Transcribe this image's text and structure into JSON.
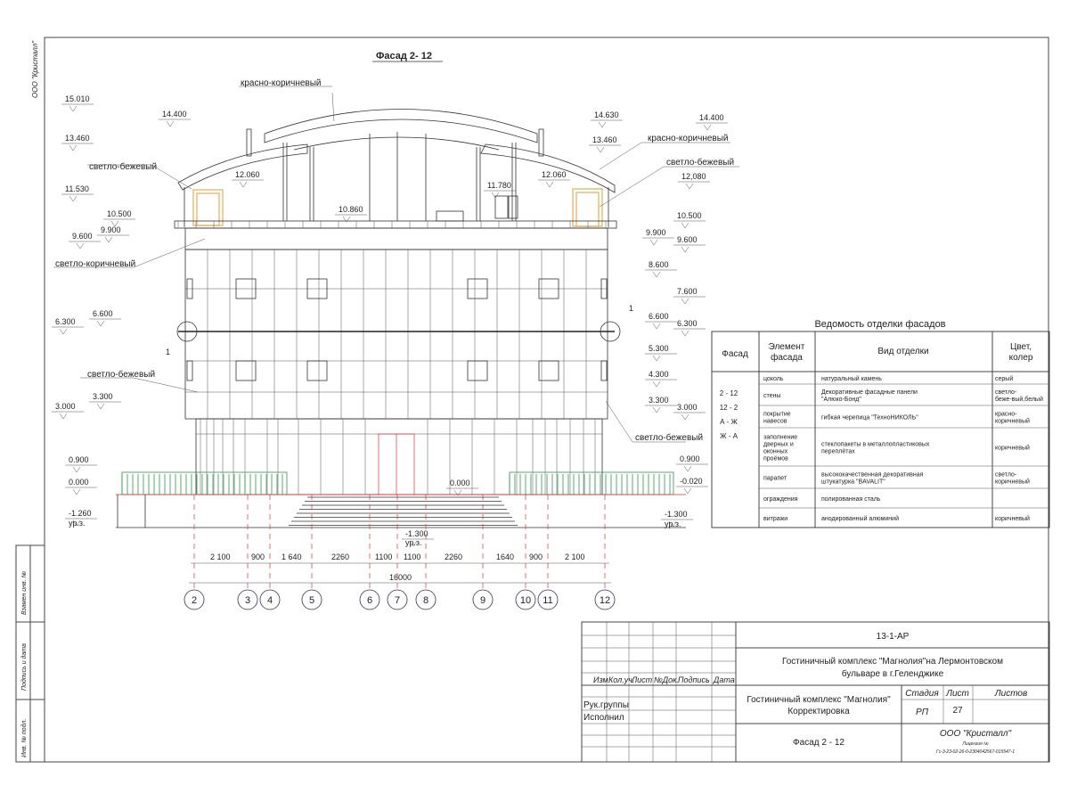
{
  "frame_side_label": "ООО \"Кристалл\"",
  "drawing_title": "Фасад  2- 12",
  "elevations_left": [
    "15.010",
    "14.400",
    "13.460",
    "12.060",
    "11.530",
    "10.500",
    "9.900",
    "9.600",
    "6.600",
    "6.300",
    "3.300",
    "3.000",
    "0.900",
    "0.000",
    "-1.260",
    "ур.з."
  ],
  "elevations_center": [
    "10.860",
    "11.780",
    "0.000",
    "-1.300",
    "ур.з."
  ],
  "elevations_right": [
    "14.630",
    "14.400",
    "13.460",
    "12.060",
    "12,080",
    "10.500",
    "9.900",
    "9.600",
    "8.600",
    "7.600",
    "6.600",
    "6.300",
    "5.300",
    "4.300",
    "3.300",
    "3.000",
    "0.900",
    "-0.020",
    "-1.300",
    "ур.з."
  ],
  "node_labels": [
    "1",
    "1"
  ],
  "color_labels": {
    "roof_top": "красно-коричневый",
    "left_upper": "светло-бежевый",
    "right_roof": "красно-коричневый",
    "right_upper": "светло-бежевый",
    "parapet": "светло-коричневый",
    "left_wall": "светло-бежевый",
    "right_wall": "светло-бежевый"
  },
  "dimensions": [
    "2 100",
    "900",
    "1 640",
    "2260",
    "1100",
    "1100",
    "2260",
    "1640",
    "900",
    "2 100"
  ],
  "total_dimension": "16000",
  "axes": [
    "2",
    "3",
    "4",
    "5",
    "6",
    "7",
    "8",
    "9",
    "10",
    "11",
    "12"
  ],
  "finish_table": {
    "title": "Ведомость отделки фасадов",
    "headers": [
      "Фасад",
      "Элемент\nфасада",
      "Вид отделки",
      "Цвет,\nколер"
    ],
    "facades": [
      "2 - 12",
      "12 - 2",
      "А - Ж",
      "Ж - А"
    ],
    "rows": [
      {
        "element": "цоколь",
        "finish": "натуральный камень",
        "color": "серый"
      },
      {
        "element": "стены",
        "finish": "Декоративные фасадные панели \"Алюко-Бонд\"",
        "color": "светло-беже-вый,белый"
      },
      {
        "element": "покрытие навесов",
        "finish": "гибкая  черепица \"ТехноНИКОЛЬ\"",
        "color": "красно-коричневый"
      },
      {
        "element": "заполнение дверных и оконных проёмов",
        "finish": "стеклопакеты в металлопластиковых переплётах",
        "color": "коричневый"
      },
      {
        "element": "парапет",
        "finish": "высококачественная декоративная штукатурка \"BAVALIT\"",
        "color": "светло-коричневый"
      },
      {
        "element": "ограждения",
        "finish": "полированная сталь",
        "color": ""
      },
      {
        "element": "витражи",
        "finish": "анодированный алюминий",
        "color": "коричневый"
      }
    ]
  },
  "title_block": {
    "code": "13-1-АР",
    "project_line1": "Гостиничный комплекс \"Магнолия\"на Лермонтовском",
    "project_line2": "бульваре в г.Геленджике",
    "columns": [
      "Изм.",
      "Кол.уч.",
      "Лист",
      "№Док.",
      "Подпись",
      "Дата"
    ],
    "roles": [
      "Рук.группы",
      "Исполнил"
    ],
    "object_line1": "Гостиничный комплекс \"Магнолия\"",
    "object_line2": "Корректировка",
    "stage_label": "Стадия",
    "sheet_label": "Лист",
    "sheets_label": "Листов",
    "stage": "РП",
    "sheet": "27",
    "sheets": "",
    "sheet_name": "Фасад  2 - 12",
    "company": "ООО \"Кристалл\"",
    "license_label": "Лицензия №",
    "license_number": "Гс-3-23-02-26-0-2304042567-015547-1"
  },
  "side_stamp": [
    "Взамен инв. №",
    "Подпись и дата",
    "Инв. № подл."
  ]
}
